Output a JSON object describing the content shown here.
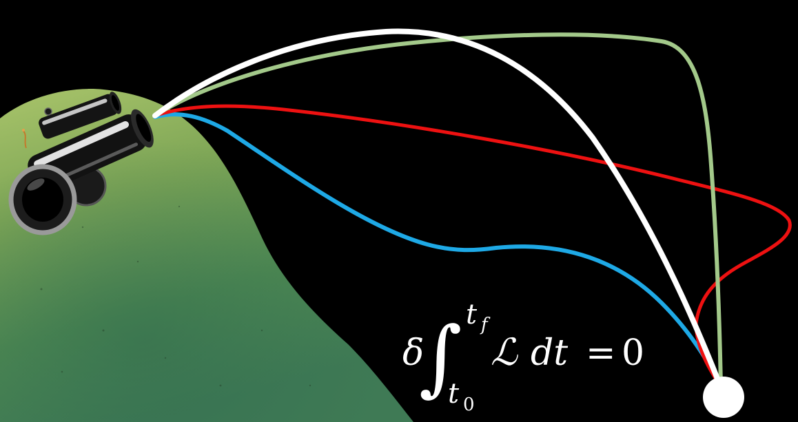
{
  "scene": {
    "background_color": "#000000",
    "hill_colors": [
      "#a9c46a",
      "#7ea656",
      "#4f8a52",
      "#3f7a55"
    ],
    "cannon": {
      "icon": "cannon-icon",
      "body_color": "#111111",
      "highlight_color": "#d9d9d9",
      "fuse_color": "#c47a2c"
    },
    "paths": [
      {
        "id": "white-path",
        "color": "#ffffff"
      },
      {
        "id": "green-path",
        "color": "#a3c98a"
      },
      {
        "id": "red-path",
        "color": "#ee1111"
      },
      {
        "id": "blue-path",
        "color": "#1ea9e6"
      }
    ],
    "target": {
      "icon": "target-point",
      "color": "#ffffff"
    }
  },
  "equation": {
    "delta": "δ",
    "integral": "∫",
    "upper_limit": "t",
    "upper_limit_sub": "f",
    "lower_limit": "t",
    "lower_limit_sub": "0",
    "lagrangian": "ℒ",
    "differential": "dt",
    "equals": "=",
    "rhs": "0"
  }
}
